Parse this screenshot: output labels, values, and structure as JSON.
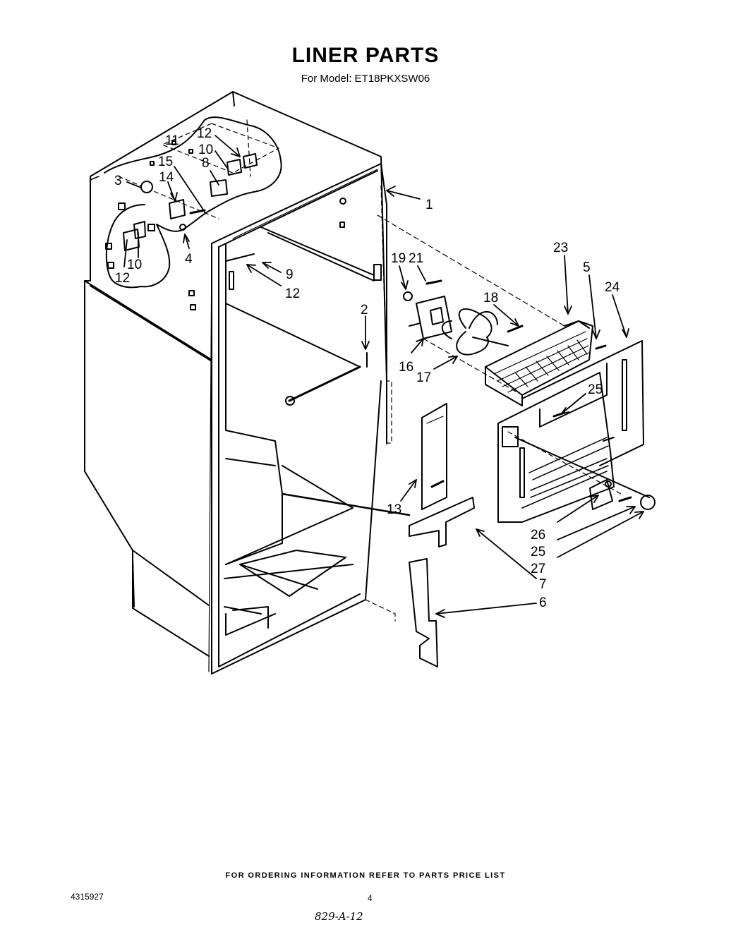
{
  "header": {
    "title": "LINER PARTS",
    "model_line": "For Model: ET18PKXSW06"
  },
  "callouts": [
    {
      "id": "c1",
      "label": "1"
    },
    {
      "id": "c2",
      "label": "2"
    },
    {
      "id": "c3",
      "label": "3"
    },
    {
      "id": "c4",
      "label": "4"
    },
    {
      "id": "c5",
      "label": "5"
    },
    {
      "id": "c6",
      "label": "6"
    },
    {
      "id": "c7",
      "label": "7"
    },
    {
      "id": "c8",
      "label": "8"
    },
    {
      "id": "c9",
      "label": "9"
    },
    {
      "id": "c10a",
      "label": "10"
    },
    {
      "id": "c10b",
      "label": "10"
    },
    {
      "id": "c11",
      "label": "11"
    },
    {
      "id": "c12a",
      "label": "12"
    },
    {
      "id": "c12b",
      "label": "12"
    },
    {
      "id": "c12c",
      "label": "12"
    },
    {
      "id": "c13",
      "label": "13"
    },
    {
      "id": "c14",
      "label": "14"
    },
    {
      "id": "c15",
      "label": "15"
    },
    {
      "id": "c16",
      "label": "16"
    },
    {
      "id": "c17",
      "label": "17"
    },
    {
      "id": "c18",
      "label": "18"
    },
    {
      "id": "c19",
      "label": "19"
    },
    {
      "id": "c21",
      "label": "21"
    },
    {
      "id": "c23",
      "label": "23"
    },
    {
      "id": "c24",
      "label": "24"
    },
    {
      "id": "c25a",
      "label": "25"
    },
    {
      "id": "c25b",
      "label": "25"
    },
    {
      "id": "c26",
      "label": "26"
    },
    {
      "id": "c27",
      "label": "27"
    }
  ],
  "footer": {
    "ordering_note": "FOR ORDERING INFORMATION REFER TO PARTS PRICE LIST",
    "doc_number": "4315927",
    "page_number": "4",
    "handwritten_code": "829-A-12"
  }
}
